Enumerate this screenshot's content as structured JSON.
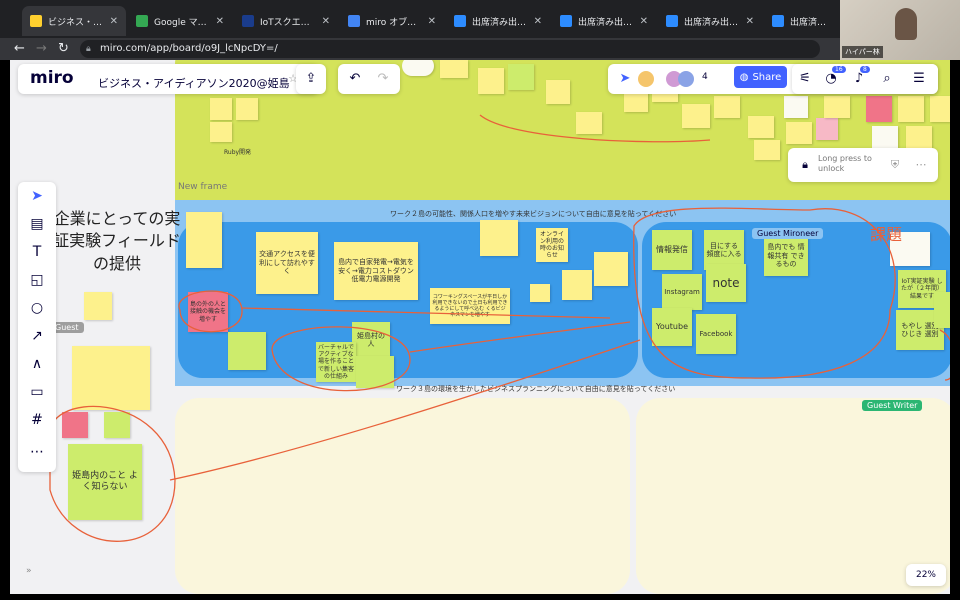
{
  "browser": {
    "tabs": [
      {
        "title": "ビジネス・アイディ",
        "active": true,
        "favicon_color": "#ffd02f"
      },
      {
        "title": "Google マップ",
        "active": false,
        "favicon_color": "#34a853"
      },
      {
        "title": "IoTスクエア、大分",
        "active": false,
        "favicon_color": "#1a3c8c"
      },
      {
        "title": "miro オブジェクト",
        "active": false,
        "favicon_color": "#4285f4"
      },
      {
        "title": "出席済み出席者 - Z",
        "active": false,
        "favicon_color": "#2d8cff"
      },
      {
        "title": "出席済み出席者 - Z",
        "active": false,
        "favicon_color": "#2d8cff"
      },
      {
        "title": "出席済み出席者 - Z",
        "active": false,
        "favicon_color": "#2d8cff"
      },
      {
        "title": "出席済み出席者",
        "active": false,
        "favicon_color": "#2d8cff"
      }
    ],
    "url": "miro.com/app/board/o9J_lcNpcDY=/",
    "video_name": "ハイパー林"
  },
  "header": {
    "logo": "miro",
    "board_title": "ビジネス・アイディアソン2020@姫島",
    "collaborator_count": "4",
    "share_label": "Share",
    "notif_count_1": "16",
    "notif_count_2": "8"
  },
  "lock_panel": {
    "label": "Long press to unlock"
  },
  "frames": {
    "new_frame_label": "New frame",
    "work2_heading": "ワーク２島の可能性、関係人口を増やす未来ビジョンについて自由に意見を貼ってください",
    "work3_heading": "ワーク３島の環境を生かしたビジネスプランニングについて自由に意見を貼ってください"
  },
  "left_text": "企業にとっての実証実験フィールドの提供",
  "stickies": {
    "s_guest": "Guest",
    "s_red1": "島の外の人と接触の機会を増やす",
    "s_himeshima_unknown": "姫島内のこと よく知らない",
    "s_kotsu": "交通アクセスを便利にして訪れやすく",
    "s_tonai": "島内で自家発電→電気を安く→電力コストダウン 低電力電源開発",
    "s_coworking": "コワーキングスペースが平日しか利用できないので土日も利用できるようにして呼べ込む くるビジネスマンを増やす",
    "s_himeshima_people": "姫島村の人",
    "s_virtual": "バーチャルでアクティブな場を作ることで新しい集客の仕組み",
    "s_jyohou": "情報発信",
    "s_mieru": "目にする 頻度に入る",
    "s_tonai_joho": "島内でも 情報共有 できるもの",
    "s_instagram": "Instagram",
    "s_note": "note",
    "s_youtube": "Youtube",
    "s_facebook": "Facebook",
    "s_online": "オンライン利用の時のお知らせ",
    "s_iot": "IoT実証実験 したが（２年間） 結果です",
    "s_moshi": "もやし 選別 ひじき 選別",
    "s_ruby": "Ruby開発"
  },
  "cursors": {
    "mironeer": "Guest Mironeer",
    "writer": "Guest Writer",
    "guest": "Guest"
  },
  "annotation": "課題",
  "zoom": "22%",
  "colors": {
    "accent": "#4262ff",
    "frame_yellow": "#d4e35a",
    "frame_blue": "#3a9ae8",
    "sticky_yellow": "#fdf18c",
    "sticky_green": "#cdec6c",
    "sticky_red": "#f07488",
    "annotation": "#e8613a"
  }
}
